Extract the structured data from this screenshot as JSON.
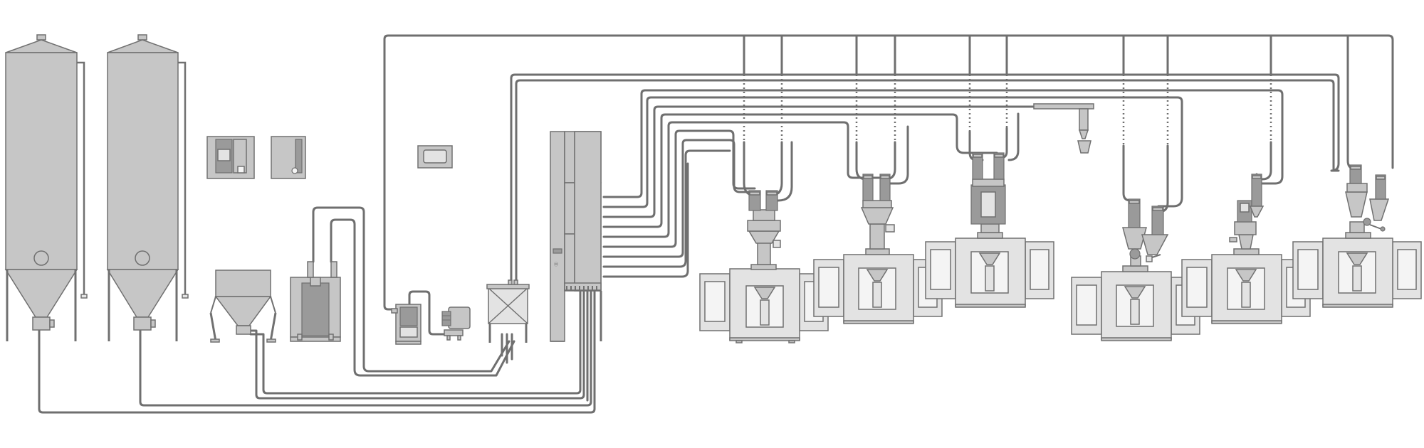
{
  "colors": {
    "background": "#ffffff",
    "pipe": "#6f6f6f",
    "equipment_fill": "#c6c6c6",
    "equipment_light": "#e3e3e3",
    "outline": "#707070",
    "dark_accent": "#8a8a8a"
  },
  "equipment": {
    "silos": [
      {
        "name": "silo-1"
      },
      {
        "name": "silo-2"
      }
    ],
    "control_cabinets": [
      {
        "name": "control-cabinet-1"
      },
      {
        "name": "control-cabinet-2"
      }
    ],
    "wall_panel": {
      "name": "wall-control-panel"
    },
    "hopper_station": {
      "name": "bag-discharge-hopper"
    },
    "dryer": {
      "name": "dryer-unit"
    },
    "vacuum_pump": {
      "name": "vacuum-pump"
    },
    "blower": {
      "name": "blower"
    },
    "filter": {
      "name": "central-filter"
    },
    "manifold": {
      "name": "distribution-manifold",
      "label": "Ⓜ"
    },
    "machines": [
      {
        "name": "processing-machine-1"
      },
      {
        "name": "processing-machine-2"
      },
      {
        "name": "processing-machine-3"
      },
      {
        "name": "processing-machine-4"
      },
      {
        "name": "processing-machine-5"
      },
      {
        "name": "processing-machine-6"
      }
    ]
  }
}
